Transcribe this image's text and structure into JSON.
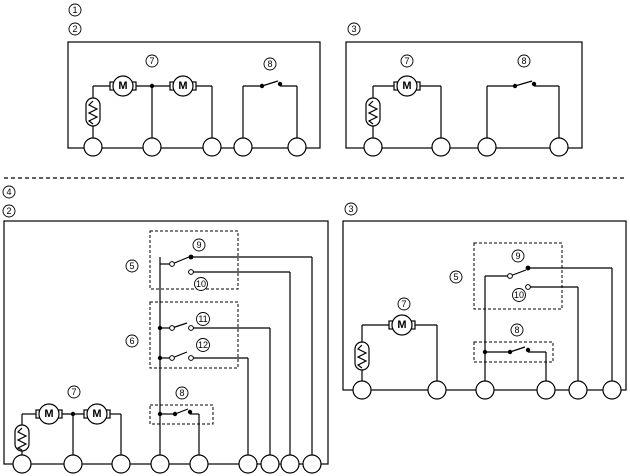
{
  "callouts": {
    "c1": "1",
    "c2": "2",
    "c3": "3",
    "c4": "4",
    "c5": "5",
    "c6": "6",
    "c7": "7",
    "c8": "8",
    "c9": "9",
    "c10": "10",
    "c11": "11",
    "c12": "12"
  },
  "motor_symbol": "M",
  "icons": [
    "motor-icon",
    "heater-icon",
    "switch-icon",
    "terminal-icon"
  ]
}
